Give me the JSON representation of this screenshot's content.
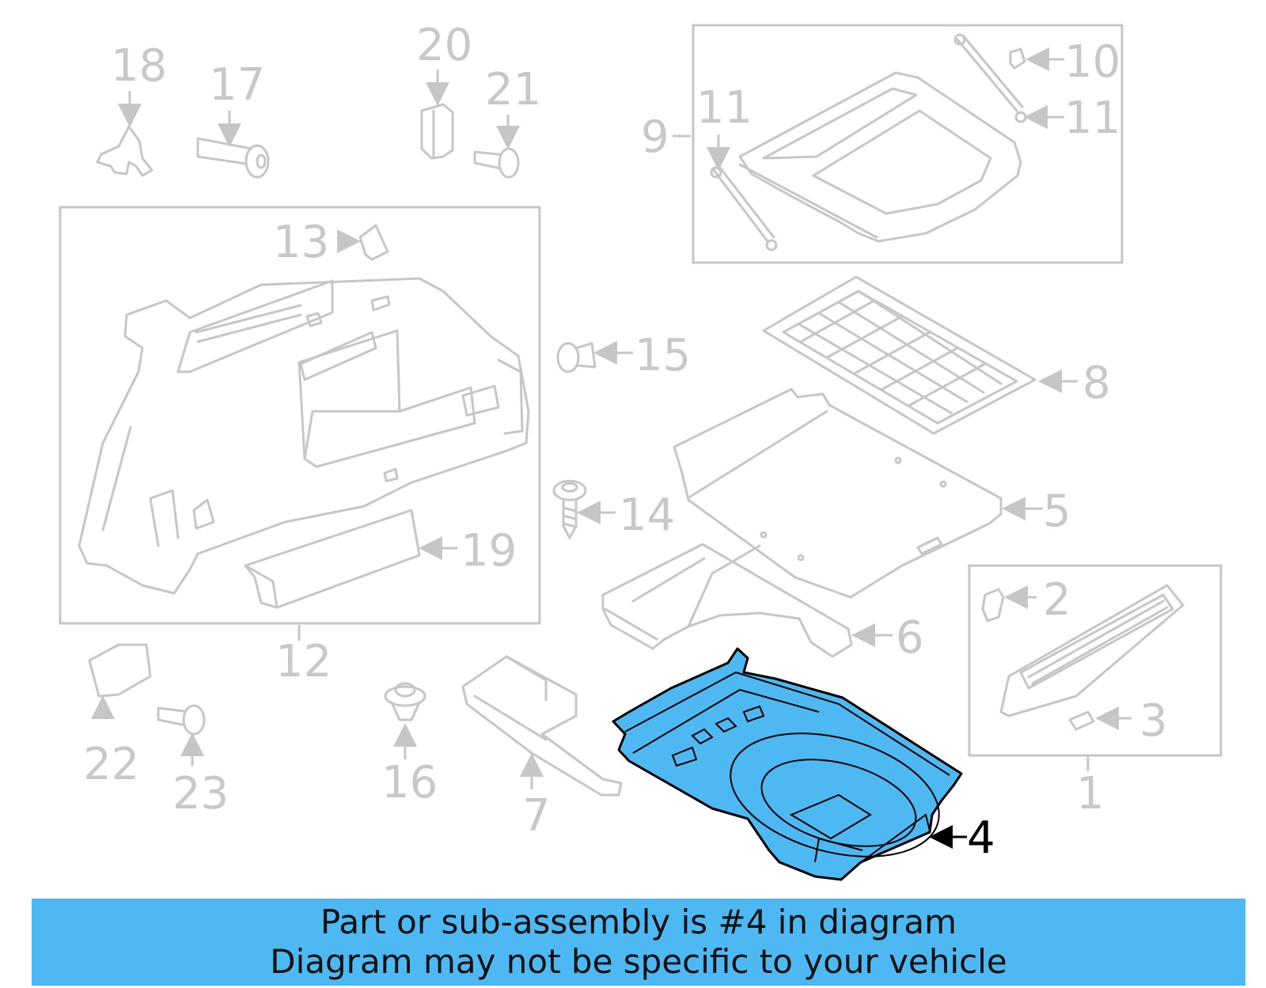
{
  "callouts": {
    "c1": "1",
    "c2": "2",
    "c3": "3",
    "c4": "4",
    "c5": "5",
    "c6": "6",
    "c7": "7",
    "c8": "8",
    "c9": "9",
    "c10": "10",
    "c11a": "11",
    "c11b": "11",
    "c12": "12",
    "c13": "13",
    "c14": "14",
    "c15": "15",
    "c16": "16",
    "c17": "17",
    "c18": "18",
    "c19": "19",
    "c20": "20",
    "c21": "21",
    "c22": "22",
    "c23": "23"
  },
  "highlight": {
    "part_number": "4",
    "fill_color": "#4db8f2"
  },
  "banner": {
    "line1": "Part or sub-assembly is #4 in diagram",
    "line2": "Diagram may not be specific to your vehicle",
    "background": "#4db8f2"
  }
}
